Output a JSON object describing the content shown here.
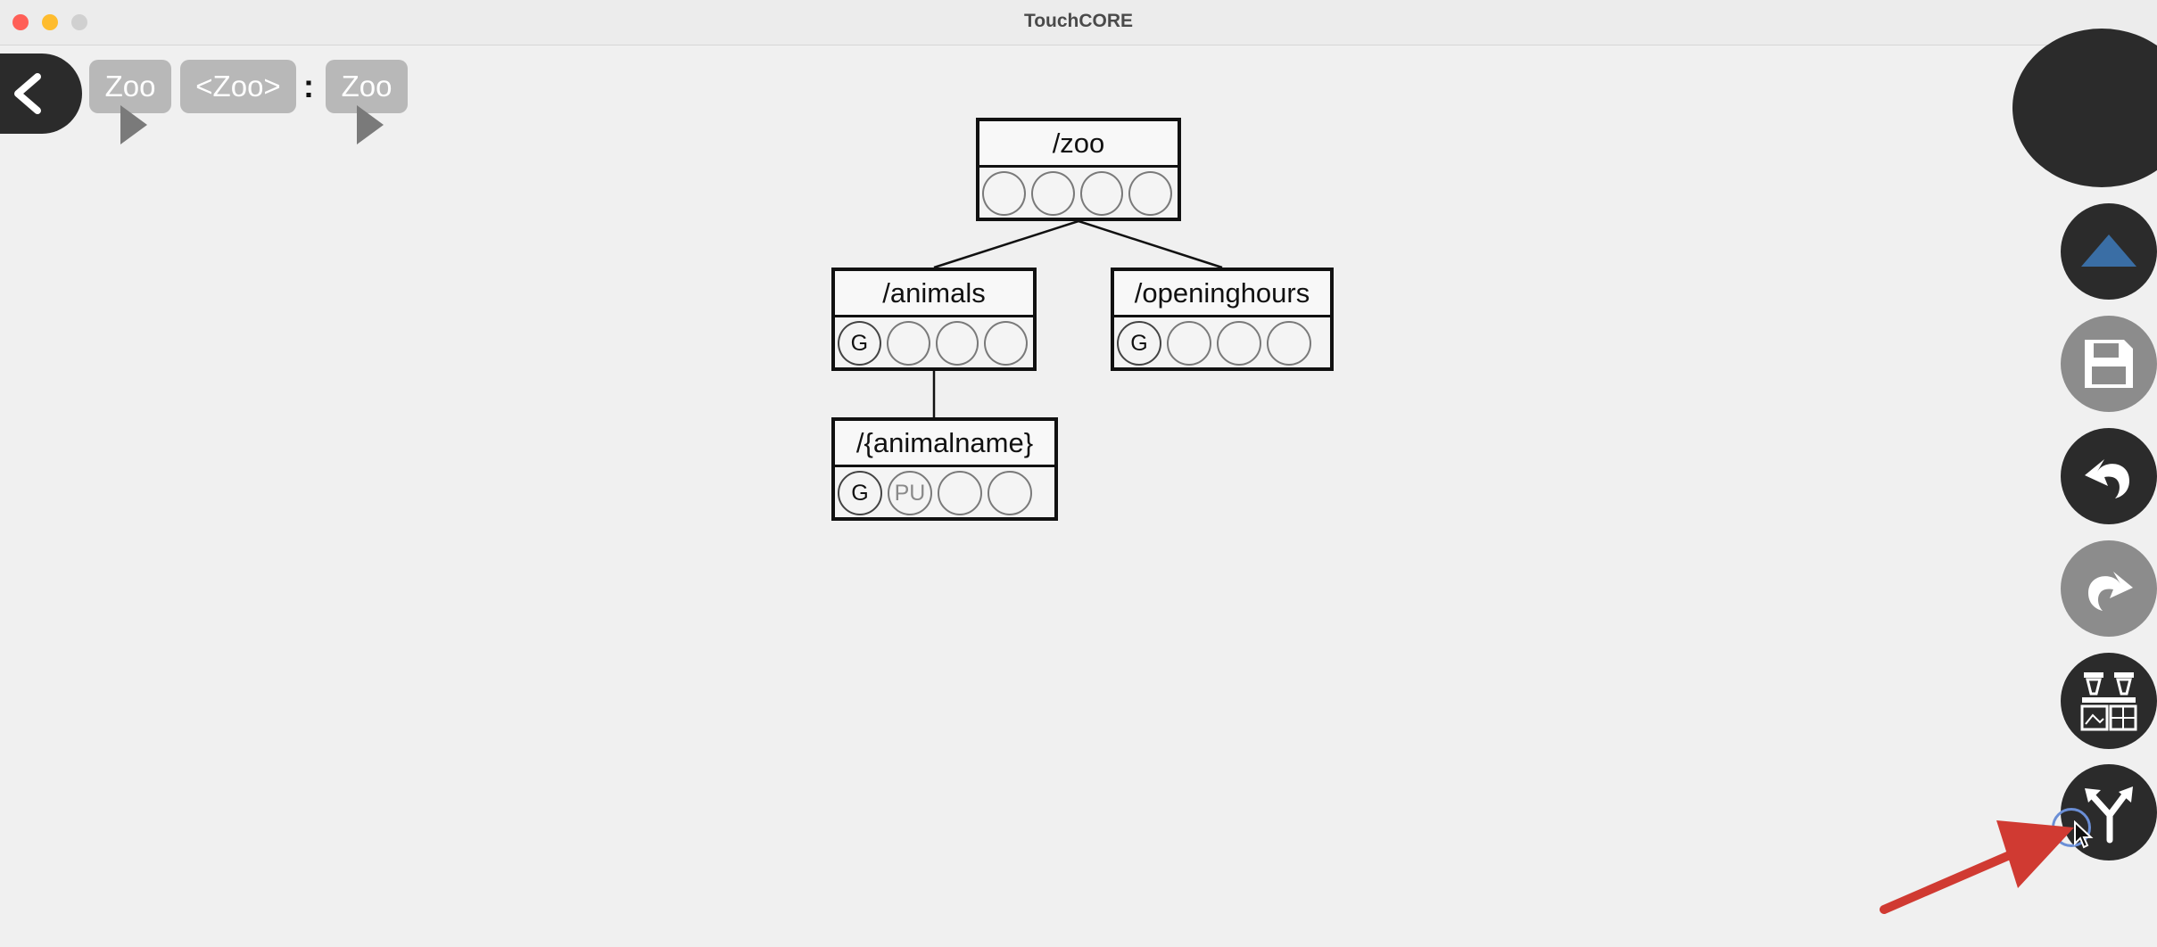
{
  "window": {
    "title": "TouchCORE"
  },
  "breadcrumb": {
    "items": [
      {
        "label": "Zoo"
      },
      {
        "label": "<Zoo>"
      },
      {
        "label": "Zoo"
      }
    ],
    "separator": ":"
  },
  "diagram": {
    "nodes": [
      {
        "id": "zoo",
        "label": "/zoo",
        "methods": [
          "",
          "",
          "",
          ""
        ]
      },
      {
        "id": "animals",
        "label": "/animals",
        "methods": [
          "G",
          "",
          "",
          ""
        ]
      },
      {
        "id": "openinghours",
        "label": "/openinghours",
        "methods": [
          "G",
          "",
          "",
          ""
        ]
      },
      {
        "id": "animalname",
        "label": "/{animalname}",
        "methods": [
          "G",
          "PU",
          "",
          ""
        ]
      }
    ],
    "edges": [
      {
        "from": "zoo",
        "to": "animals"
      },
      {
        "from": "zoo",
        "to": "openinghours"
      },
      {
        "from": "animals",
        "to": "animalname"
      }
    ]
  },
  "toolbar": {
    "tools": [
      {
        "name": "collapse",
        "icon": "triangle-up-icon",
        "enabled": true
      },
      {
        "name": "save",
        "icon": "floppy-disk-icon",
        "enabled": false
      },
      {
        "name": "undo",
        "icon": "undo-icon",
        "enabled": true
      },
      {
        "name": "redo",
        "icon": "redo-icon",
        "enabled": false
      },
      {
        "name": "layout",
        "icon": "model-layout-icon",
        "enabled": true
      },
      {
        "name": "fork",
        "icon": "fork-arrow-icon",
        "enabled": true
      }
    ]
  },
  "colors": {
    "background": "#f0f0f0",
    "tool_dark": "#2b2b2b",
    "tool_disabled": "#8c8c8c",
    "accent_blue": "#3a6ea5",
    "annotation_red": "#d03a32"
  }
}
